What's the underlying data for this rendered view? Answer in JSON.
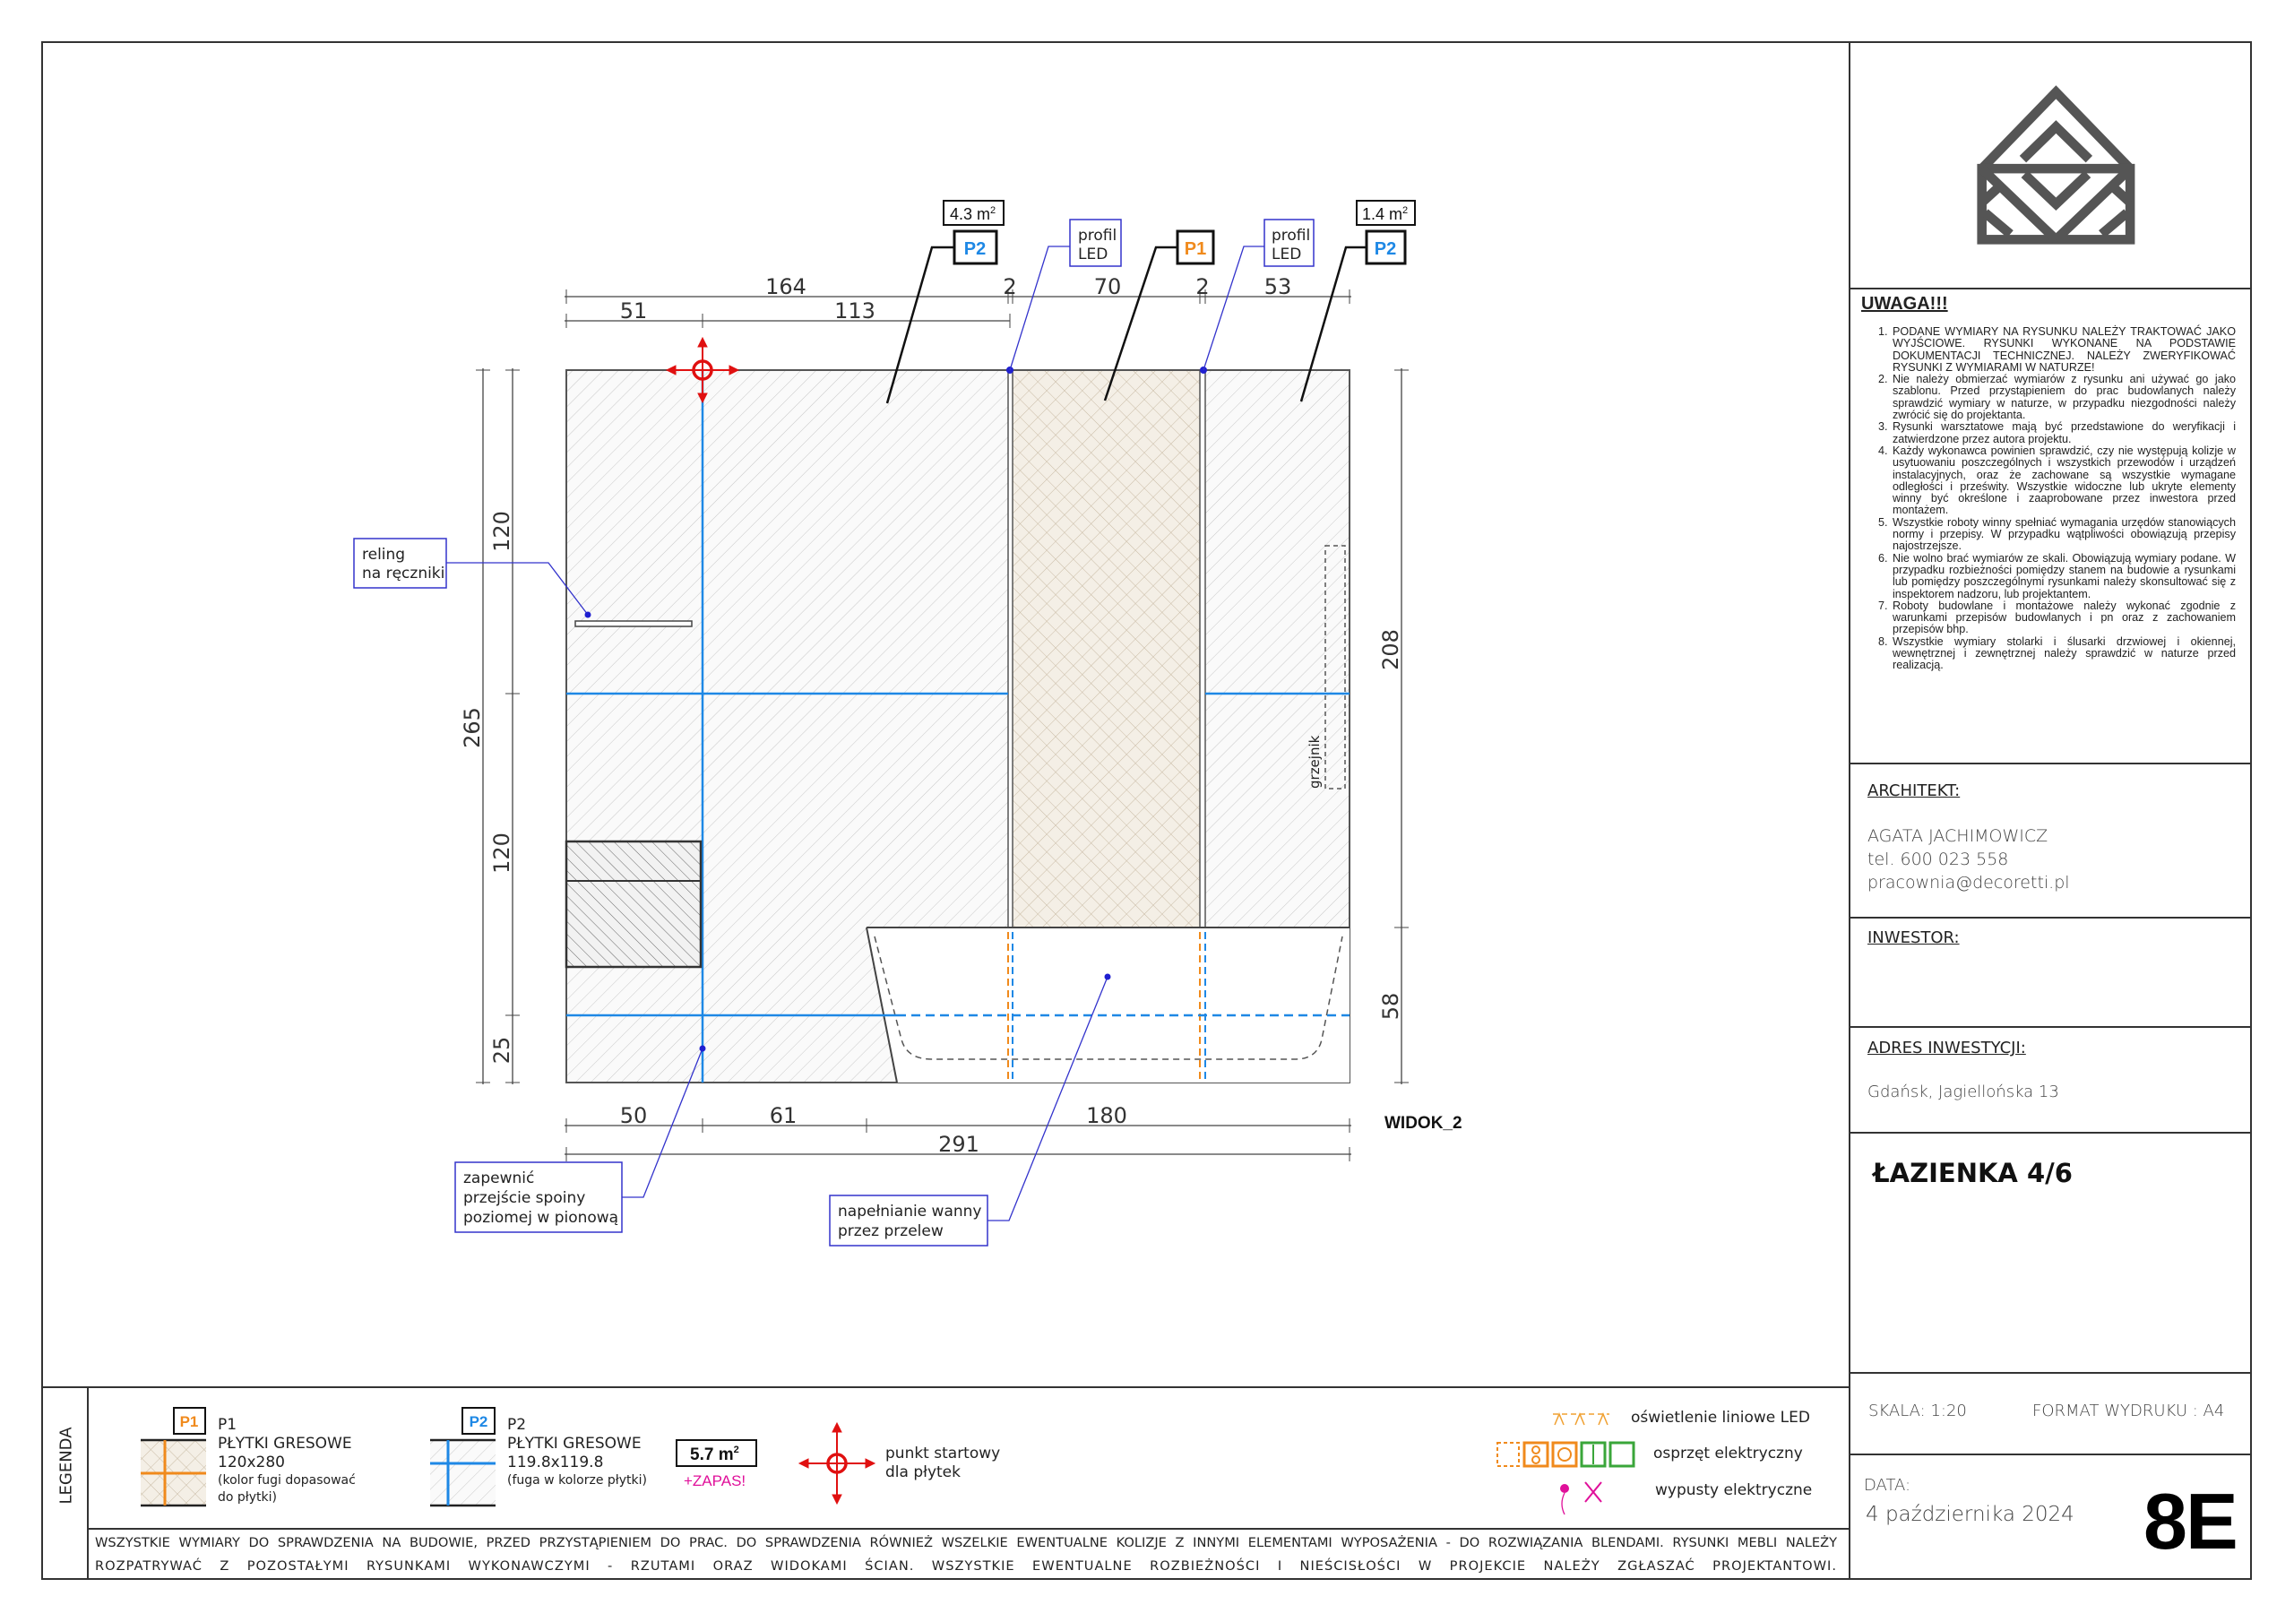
{
  "drawing": {
    "view_label": "WIDOK_2",
    "tags": {
      "area_left": "4.3 m",
      "area_right": "1.4 m",
      "area_sup": "2",
      "p2_left": "P2",
      "p1_mid": "P1",
      "p2_right": "P2",
      "led1_line1": "profil",
      "led1_line2": "LED",
      "led2_line1": "profil",
      "led2_line2": "LED"
    },
    "callouts": {
      "reling_1": "reling",
      "reling_2": "na ręczniki",
      "spoina_1": "zapewnić",
      "spoina_2": "przejście spoiny",
      "spoina_3": "poziomej w pionową",
      "wanna_1": "napełnianie wanny",
      "wanna_2": "przez przelew",
      "grzejnik": "grzejnik"
    },
    "dimensions": {
      "top_total_left": "164",
      "top_gap1": "2",
      "top_p1": "70",
      "top_gap2": "2",
      "top_right": "53",
      "top_51": "51",
      "top_113": "113",
      "bottom_50": "50",
      "bottom_61": "61",
      "bottom_180": "180",
      "bottom_291": "291",
      "left_265": "265",
      "left_120a": "120",
      "left_120b": "120",
      "left_25": "25",
      "right_208": "208",
      "right_58": "58"
    }
  },
  "right_panel": {
    "warning_title": "UWAGA!!!",
    "notes": [
      "PODANE WYMIARY NA RYSUNKU NALEŻY TRAKTOWAĆ JAKO WYJŚCIOWE. RYSUNKI WYKONANE NA PODSTAWIE DOKUMENTACJI TECHNICZNEJ. NALEŻY ZWERYFIKOWAĆ RYSUNKI Z WYMIARAMI W NATURZE!",
      "Nie należy obmierzać wymiarów z rysunku ani używać go jako szablonu. Przed przystąpieniem do prac budowlanych należy sprawdzić wymiary w naturze, w przypadku niezgodności należy zwrócić się do projektanta.",
      "Rysunki warsztatowe mają być przedstawione do weryfikacji i zatwierdzone przez autora projektu.",
      "Każdy wykonawca powinien sprawdzić, czy nie występują kolizje w usytuowaniu poszczególnych i wszystkich przewodów i urządzeń instalacyjnych, oraz że zachowane są wszystkie wymagane odległości i prześwity. Wszystkie widoczne lub ukryte elementy winny być określone i zaaprobowane przez inwestora przed montażem.",
      "Wszystkie roboty winny spełniać wymagania urzędów stanowiących normy i przepisy. W przypadku wątpliwości obowiązują przepisy najostrzejsze.",
      "Nie wolno brać wymiarów ze skali. Obowiązują wymiary podane. W przypadku rozbieżności pomiędzy stanem na budowie a rysunkami lub pomiędzy poszczególnymi rysunkami należy skonsultować się z inspektorem nadzoru, lub projektantem.",
      "Roboty budowlane i montażowe należy wykonać zgodnie z warunkami przepisów budowlanych i pn oraz z zachowaniem przepisów bhp.",
      "Wszystkie wymiary stolarki i ślusarki drzwiowej i okiennej, wewnętrznej i zewnętrznej należy sprawdzić w naturze przed realizacją."
    ],
    "architect_label": "ARCHITEKT:",
    "architect_name": "AGATA JACHIMOWICZ",
    "architect_phone": "tel. 600 023 558",
    "architect_email": "pracownia@decoretti.pl",
    "investor_label": "INWESTOR:",
    "address_label": "ADRES INWESTYCJI:",
    "address": "Gdańsk, Jagiellońska 13",
    "room_title": "ŁAZIENKA 4/6",
    "scale": "SKALA: 1:20",
    "print_format": "FORMAT WYDRUKU : A4",
    "date_label": "DATA:",
    "date": "4 października 2024",
    "sheet_number": "8E"
  },
  "legend": {
    "title": "LEGENDA",
    "p1": {
      "tag": "P1",
      "name": "P1",
      "line1": "PŁYTKI GRESOWE",
      "line2": "120x280",
      "line3": "(kolor fugi dopasować",
      "line4": "do płytki)"
    },
    "p2": {
      "tag": "P2",
      "name": "P2",
      "line1": "PŁYTKI GRESOWE",
      "line2": "119.8x119.8",
      "line3": "(fuga w kolorze płytki)"
    },
    "total_area": "5.7 m",
    "total_area_sup": "2",
    "reserve": "+ZAPAS!",
    "start_point_1": "punkt startowy",
    "start_point_2": "dla płytek",
    "led": "oświetlenie liniowe LED",
    "electrical_fittings": "osprzęt elektryczny",
    "electrical_outlets": "wypusty elektryczne"
  },
  "footer": {
    "line1": "WSZYSTKIE WYMIARY DO SPRAWDZENIA NA BUDOWIE, PRZED PRZYSTĄPIENIEM DO PRAC. DO SPRAWDZENIA RÓWNIEŻ WSZELKIE EWENTUALNE KOLIZJE Z INNYMI ELEMENTAMI WYPOSAŻENIA - DO ROZWIĄZANIA BLENDAMI. RYSUNKI MEBLI NALEŻY",
    "line2": "ROZPATRYWAĆ Z POZOSTAŁYMI RYSUNKAMI WYKONAWCZYMI - RZUTAMI ORAZ WIDOKAMI ŚCIAN. WSZYSTKIE EWENTUALNE ROZBIEŻNOŚCI I NIEŚCISŁOŚCI W PROJEKCIE NALEŻY ZGŁASZAĆ PROJEKTANTOWI."
  },
  "colors": {
    "p1_orange": "#f08a1c",
    "p2_blue": "#1e88e5",
    "callout_blue": "#3333cc",
    "start_red": "#e01010",
    "reserve_magenta": "#e0109a",
    "fitting_green": "#3aa63a",
    "logo_grey": "#555555"
  }
}
